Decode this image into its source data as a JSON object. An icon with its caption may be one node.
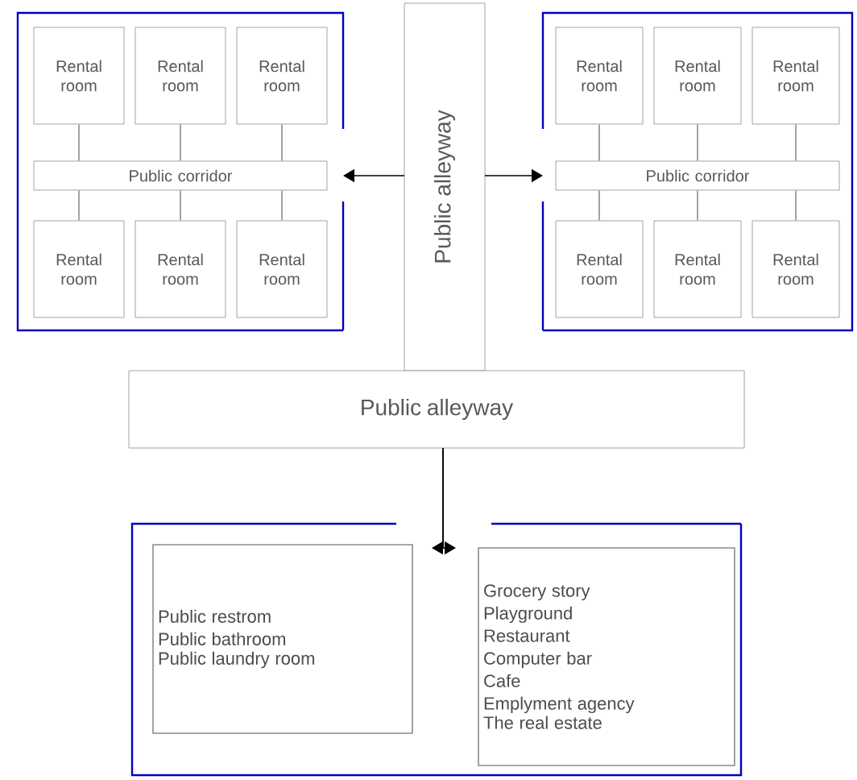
{
  "diagram": {
    "nodes": [
      {
        "text": [],
        "shape": "box"
      },
      {
        "text": [
          "Rental room"
        ],
        "in": 0
      },
      {
        "text": [
          "Rental room"
        ],
        "in": 0
      },
      {
        "text": [
          "Rental room"
        ],
        "in": 0
      },
      {
        "text": [
          "Public corridor"
        ],
        "in": 0
      },
      {
        "text": [
          "Rental room"
        ],
        "in": 0
      },
      {
        "text": [
          "Rental room"
        ],
        "in": 0
      },
      {
        "text": [
          "Rental room"
        ],
        "in": 0
      },
      {
        "text": [
          "Public alleyway"
        ]
      },
      {
        "text": [],
        "shape": "box"
      },
      {
        "text": [
          "Rental room"
        ],
        "in": 9
      },
      {
        "text": [
          "Rental room"
        ],
        "in": 9
      },
      {
        "text": [
          "Rental room"
        ],
        "in": 9
      },
      {
        "text": [
          "Public corridor"
        ],
        "in": 9
      },
      {
        "text": [
          "Rental room"
        ],
        "in": 9
      },
      {
        "text": [
          "Rental room"
        ],
        "in": 9
      },
      {
        "text": [
          "Rental room"
        ],
        "in": 9
      },
      {
        "text": [
          "Public alleyway"
        ]
      },
      {
        "text": [],
        "shape": "box"
      },
      {
        "text": [
          "Public restrom",
          "Public bathroom",
          "Public laundry room"
        ],
        "in": 18
      },
      {
        "text": [
          "Grocery story",
          "Playground",
          "Restaurant",
          "Computer bar",
          "Cafe",
          "Emplyment agency",
          "The real estate"
        ],
        "in": 18
      }
    ],
    "edges": [
      {
        "from": 1,
        "to": 4,
        "arrow": "none"
      },
      {
        "from": 2,
        "to": 4,
        "arrow": "none"
      },
      {
        "from": 3,
        "to": 4,
        "arrow": "none"
      },
      {
        "from": 5,
        "to": 4,
        "arrow": "none"
      },
      {
        "from": 6,
        "to": 4,
        "arrow": "none"
      },
      {
        "from": 7,
        "to": 4,
        "arrow": "none"
      },
      {
        "from": 10,
        "to": 13,
        "arrow": "none"
      },
      {
        "from": 11,
        "to": 13,
        "arrow": "none"
      },
      {
        "from": 12,
        "to": 13,
        "arrow": "none"
      },
      {
        "from": 14,
        "to": 13,
        "arrow": "none"
      },
      {
        "from": 15,
        "to": 13,
        "arrow": "none"
      },
      {
        "from": 16,
        "to": 13,
        "arrow": "none"
      },
      {
        "from": 8,
        "to": 4,
        "arrow": "to",
        "color": "#000000"
      },
      {
        "from": 8,
        "to": 13,
        "arrow": "to",
        "color": "#000000"
      },
      {
        "from": 17,
        "to": 19,
        "arrow": "to",
        "color": "#000000"
      },
      {
        "from": 17,
        "to": 20,
        "arrow": "to",
        "color": "#000000"
      }
    ]
  }
}
